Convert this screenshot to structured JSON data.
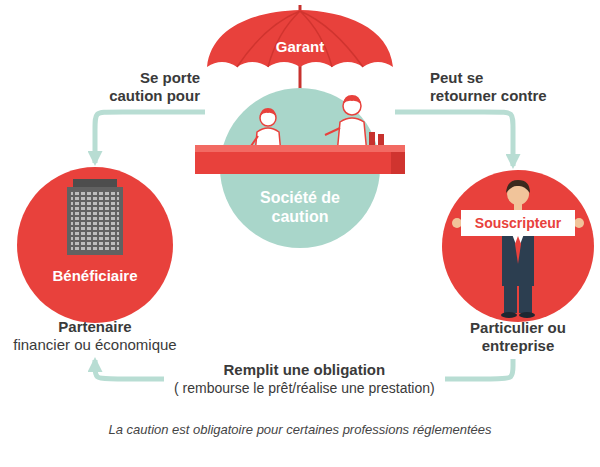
{
  "diagram": {
    "caption": "La caution est obligatoire pour certaines professions réglementées",
    "nodes": [
      {
        "text": [
          "Garant"
        ]
      },
      {
        "text": [
          "Société de caution"
        ]
      },
      {
        "text": [
          "Bénéficiaire",
          "Partenaire",
          "financier ou économique"
        ]
      },
      {
        "text": [
          "Souscripteur",
          "Particulier ou entreprise"
        ]
      }
    ],
    "edges": [
      {
        "from": 0,
        "to": 2,
        "arrow": "to",
        "label": "Se porte caution pour"
      },
      {
        "from": 0,
        "to": 3,
        "arrow": "to",
        "label": "Peut se retourner contre"
      },
      {
        "from": 3,
        "to": 2,
        "arrow": "to",
        "label": "Remplit une obligation"
      }
    ],
    "labels": [
      "( rembourse le prêt/réalise une prestation)"
    ]
  }
}
